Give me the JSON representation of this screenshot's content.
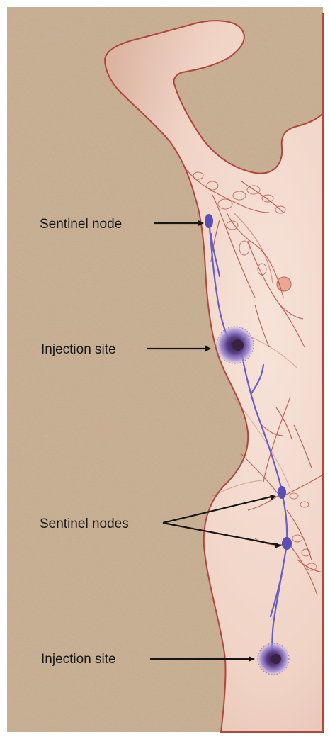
{
  "labels": {
    "sentinel_node": "Sentinel node",
    "injection_site_upper": "Injection site",
    "sentinel_nodes": "Sentinel nodes",
    "injection_site_lower": "Injection site"
  },
  "colors": {
    "background": "#c8ad8e",
    "frame": "#ffffff",
    "skin": "#f1d6c9",
    "skin_outline": "#b3463a",
    "vessel_red": "#b0463b",
    "lymph_vessel": "#6a5ec4",
    "node": "#5a4fb4",
    "injection_halo": "#8a7ad0",
    "injection_core": "#3a2240",
    "pointer": "#161616",
    "label_text": "#161616"
  }
}
